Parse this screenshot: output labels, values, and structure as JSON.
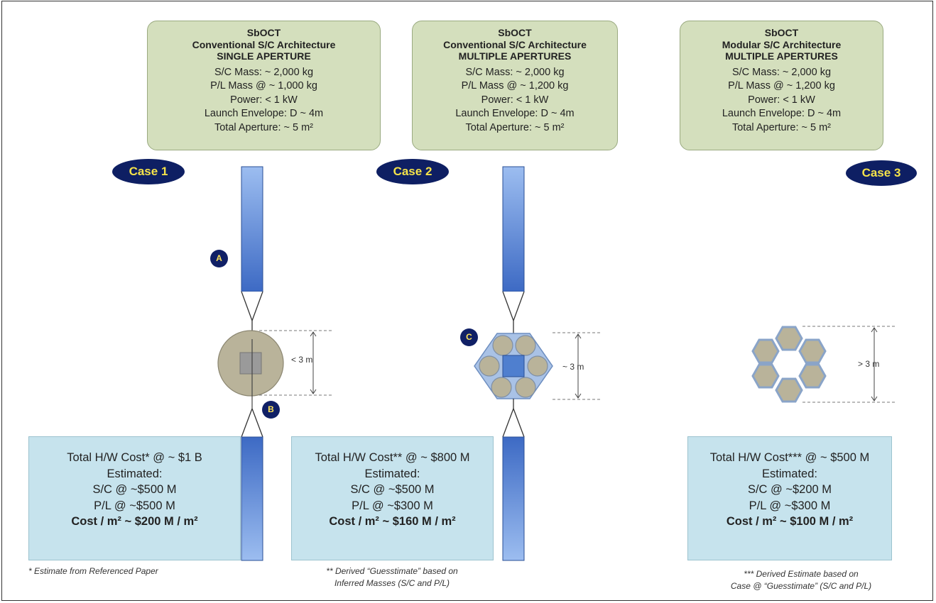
{
  "cases": [
    {
      "spec": {
        "title": "SbOCT",
        "architecture": "Conventional S/C Architecture",
        "aperture": "SINGLE APERTURE",
        "sc_mass": "S/C Mass: ~ 2,000 kg",
        "pl_mass": "P/L Mass @ ~ 1,000 kg",
        "power": "Power: < 1 kW",
        "envelope": "Launch Envelope: D ~ 4m",
        "total_aperture": "Total Aperture: ~ 5 m²"
      },
      "badge": "Case 1",
      "dimension": "< 3 m",
      "cost": {
        "total": "Total H/W Cost* @ ~ $1 B",
        "estimated": "Estimated:",
        "sc": "S/C @ ~$500 M",
        "pl": "P/L @ ~$500 M",
        "per_m2": "Cost / m² ~  $200 M / m²"
      },
      "note": [
        "* Estimate from Referenced Paper"
      ]
    },
    {
      "spec": {
        "title": "SbOCT",
        "architecture": "Conventional S/C Architecture",
        "aperture": "MULTIPLE APERTURES",
        "sc_mass": "S/C Mass: ~ 2,000 kg",
        "pl_mass": "P/L Mass @ ~ 1,200 kg",
        "power": "Power: < 1 kW",
        "envelope": "Launch Envelope: D ~ 4m",
        "total_aperture": "Total Aperture: ~ 5 m²"
      },
      "badge": "Case 2",
      "dimension": "~ 3 m",
      "cost": {
        "total": "Total H/W Cost** @ ~ $800 M",
        "estimated": "Estimated:",
        "sc": "S/C @ ~$500 M",
        "pl": "P/L @ ~$300 M",
        "per_m2": "Cost / m² ~  $160 M / m²"
      },
      "note": [
        "** Derived “Guesstimate” based on",
        "Inferred Masses (S/C and P/L)"
      ]
    },
    {
      "spec": {
        "title": "SbOCT",
        "architecture": "Modular S/C Architecture",
        "aperture": "MULTIPLE APERTURES",
        "sc_mass": "S/C Mass: ~ 2,000 kg",
        "pl_mass": "P/L Mass @ ~ 1,200 kg",
        "power": "Power: < 1 kW",
        "envelope": "Launch Envelope: D ~ 4m",
        "total_aperture": "Total Aperture: ~ 5 m²"
      },
      "badge": "Case 3",
      "dimension": "> 3 m",
      "cost": {
        "total": "Total H/W Cost*** @ ~ $500 M",
        "estimated": "Estimated:",
        "sc": "S/C @ ~$200 M",
        "pl": "P/L @ ~$300 M",
        "per_m2": "Cost / m² ~  $100 M / m²"
      },
      "note": [
        "*** Derived Estimate based on",
        "Case @ “Guesstimate” (S/C and P/L)"
      ]
    }
  ],
  "markers": {
    "a": "A",
    "b": "B",
    "c": "C"
  },
  "colors": {
    "spec_fill": "#d4dfbd",
    "cost_fill": "#c6e3ed",
    "badge_fill": "#0e1f63",
    "badge_text": "#f5e34a",
    "tube_blue": "#4f7fcf",
    "aperture_tan": "#b9b39a"
  }
}
